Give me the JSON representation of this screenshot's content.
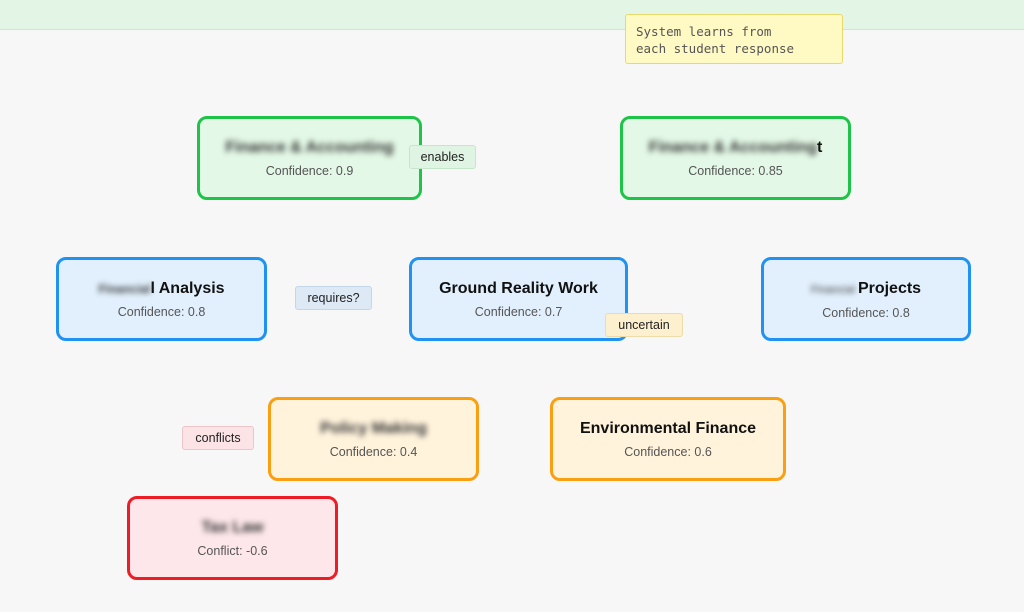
{
  "note": {
    "text": "System learns from\neach student response"
  },
  "nodes": {
    "finance_accounting_1": {
      "title_blurred": "Finance & Accounting",
      "sub": "Confidence: 0.9"
    },
    "finance_accounting_2": {
      "title_blurred": "Finance & Accounting",
      "title_visible": "t",
      "sub": "Confidence: 0.85"
    },
    "analysis": {
      "title_blurred": "Financial",
      "title_visible": "l Analysis",
      "sub": "Confidence: 0.8"
    },
    "ground_reality": {
      "title": "Ground Reality Work",
      "sub": "Confidence: 0.7"
    },
    "projects": {
      "title_blurred": "Financial",
      "title_visible": "Projects",
      "sub": "Confidence: 0.8"
    },
    "policy_making": {
      "title_blurred": "Policy Making",
      "sub": "Confidence: 0.4"
    },
    "environmental_finance": {
      "title": "Environmental Finance",
      "sub": "Confidence: 0.6"
    },
    "conflict": {
      "title_blurred": "Tax Law",
      "sub": "Conflict: -0.6"
    }
  },
  "edge_labels": {
    "enables": "enables",
    "requires": "requires?",
    "uncertain": "uncertain",
    "conflicts": "conflicts"
  },
  "colors": {
    "high_confidence": "#1ec447",
    "medium_confidence": "#1f92f2",
    "low_confidence": "#fb9f12",
    "conflict": "#ee1c24"
  }
}
